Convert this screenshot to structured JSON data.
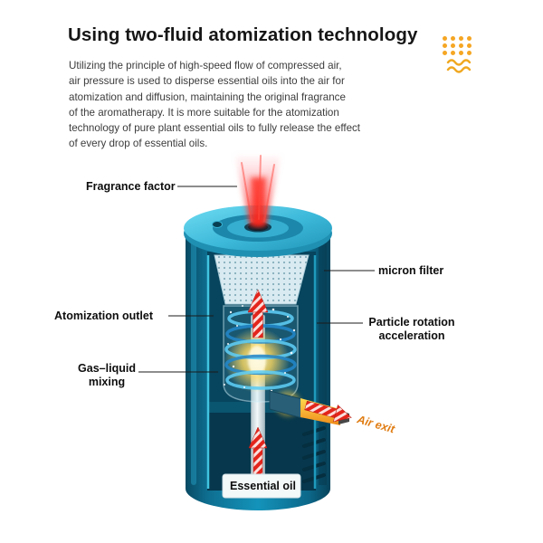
{
  "header": {
    "title": "Using two-fluid atomization technology",
    "description_lines": [
      "Utilizing the principle of high-speed flow of compressed air,",
      "air pressure is used to disperse essential oils into the air for",
      "atomization and diffusion, maintaining the original fragrance",
      "of the aromatherapy. It is more suitable for the atomization",
      "technology of pure plant essential oils to fully release the effect",
      "of every drop of essential oils."
    ]
  },
  "labels": {
    "fragrance_factor": "Fragrance factor",
    "micron_filter": "micron filter",
    "atomization_outlet": "Atomization outlet",
    "particle_rotation_line1": "Particle rotation",
    "particle_rotation_line2": "acceleration",
    "gas_liquid_line1": "Gas–liquid",
    "gas_liquid_line2": "mixing",
    "air_exit": "Air exit",
    "essential_oil": "Essential oil"
  },
  "colors": {
    "accent_orange": "#F5A623",
    "air_exit_text": "#E07C12",
    "spray_red": "#E8352C",
    "device_teal": "#1493BA",
    "label_text": "#0D0D0D"
  }
}
